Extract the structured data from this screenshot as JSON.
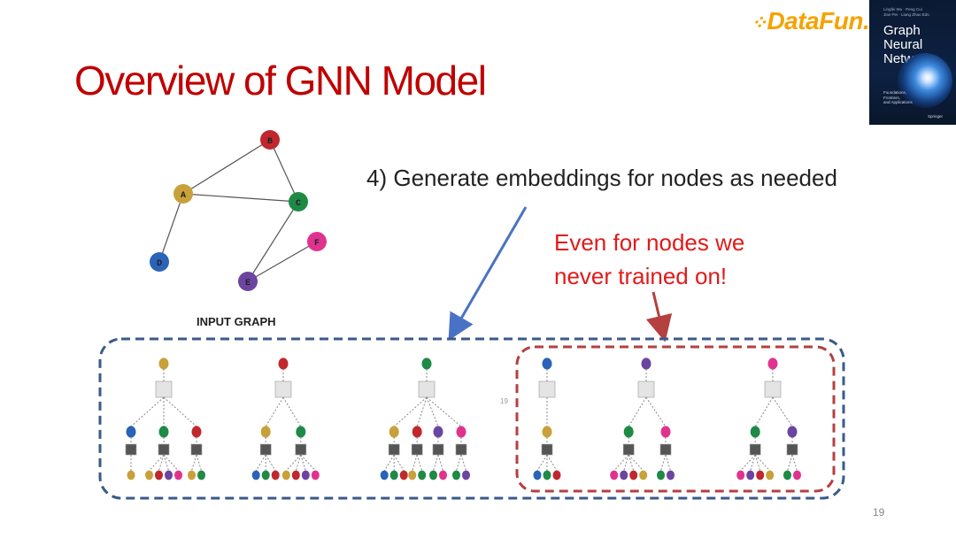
{
  "slide": {
    "title": "Overview of GNN Model",
    "step_text": "4) Generate embeddings for nodes as needed",
    "note_line1": "Even for nodes we",
    "note_line2": "never trained on!",
    "graph_label": "INPUT GRAPH",
    "inner_label": "19",
    "page_number": "19"
  },
  "logo": {
    "text": "DataFun."
  },
  "book": {
    "authors_line1": "Lingfei Wu · Peng Cui",
    "authors_line2": "Jian Pei · Liang Zhao   Eds.",
    "title_line1": "Graph Neural",
    "title_line2": "Networks",
    "subtitle_line1": "Foundations,",
    "subtitle_line2": "Frontiers,",
    "subtitle_line3": "and Applications",
    "publisher": "Springer"
  },
  "graph": {
    "nodes": [
      {
        "id": "B",
        "color": "#c0282d"
      },
      {
        "id": "A",
        "color": "#c9a13a"
      },
      {
        "id": "C",
        "color": "#1e8a46"
      },
      {
        "id": "F",
        "color": "#e0338e"
      },
      {
        "id": "D",
        "color": "#2a63b8"
      },
      {
        "id": "E",
        "color": "#6b45a0"
      }
    ]
  },
  "colors": {
    "title": "#c00000",
    "note": "#e11a1a",
    "blue_frame": "#3a5a8a",
    "red_frame": "#b44040",
    "blue_arrow": "#4a72c4",
    "red_arrow": "#b44040"
  }
}
